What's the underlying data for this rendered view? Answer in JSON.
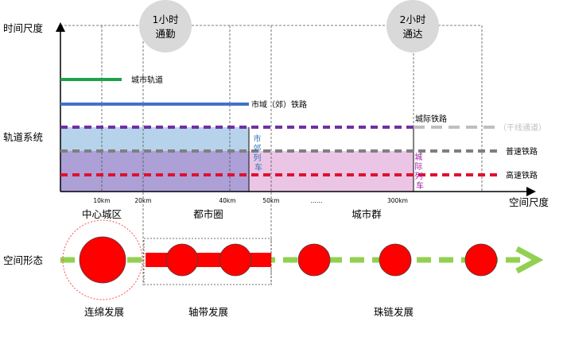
{
  "axes": {
    "time_label": "时间尺度",
    "track_label": "轨道系统",
    "space_axis_label": "空间尺度",
    "form_label": "空间形态"
  },
  "time_circles": [
    {
      "line1": "1小时",
      "line2": "通勤"
    },
    {
      "line1": "2小时",
      "line2": "通达"
    }
  ],
  "rail_lines": {
    "urban_rail": "城市轨道",
    "suburban_rail": "市域（郊）铁路",
    "intercity_rail": "城际铁路",
    "trunk_channel": "（干线通道）",
    "conventional_rail": "普速铁路",
    "high_speed_rail": "高速铁路"
  },
  "trains": {
    "suburban_train": "市郊列车",
    "intercity_train": "城际列车"
  },
  "distance_ticks": [
    "10km",
    "20km",
    "40km",
    "50km",
    "……",
    "300km"
  ],
  "zones": {
    "center": "中心城区",
    "metro": "都市圈",
    "cluster": "城市群"
  },
  "forms": {
    "contiguous": "连绵发展",
    "axial": "轴带发展",
    "chain": "珠链发展"
  },
  "colors": {
    "urban_rail": "#1fa24a",
    "suburban_rail": "#4472c4",
    "intercity_rail": "#7030a0",
    "trunk_channel": "#bfbfbf",
    "conventional_rail": "#7f7f7f",
    "high_speed_rail": "#e0102f",
    "node_red": "#ff0000",
    "arrow_green": "#92d050",
    "suburban_text": "#2e75b6",
    "intercity_text": "#a020a0"
  }
}
